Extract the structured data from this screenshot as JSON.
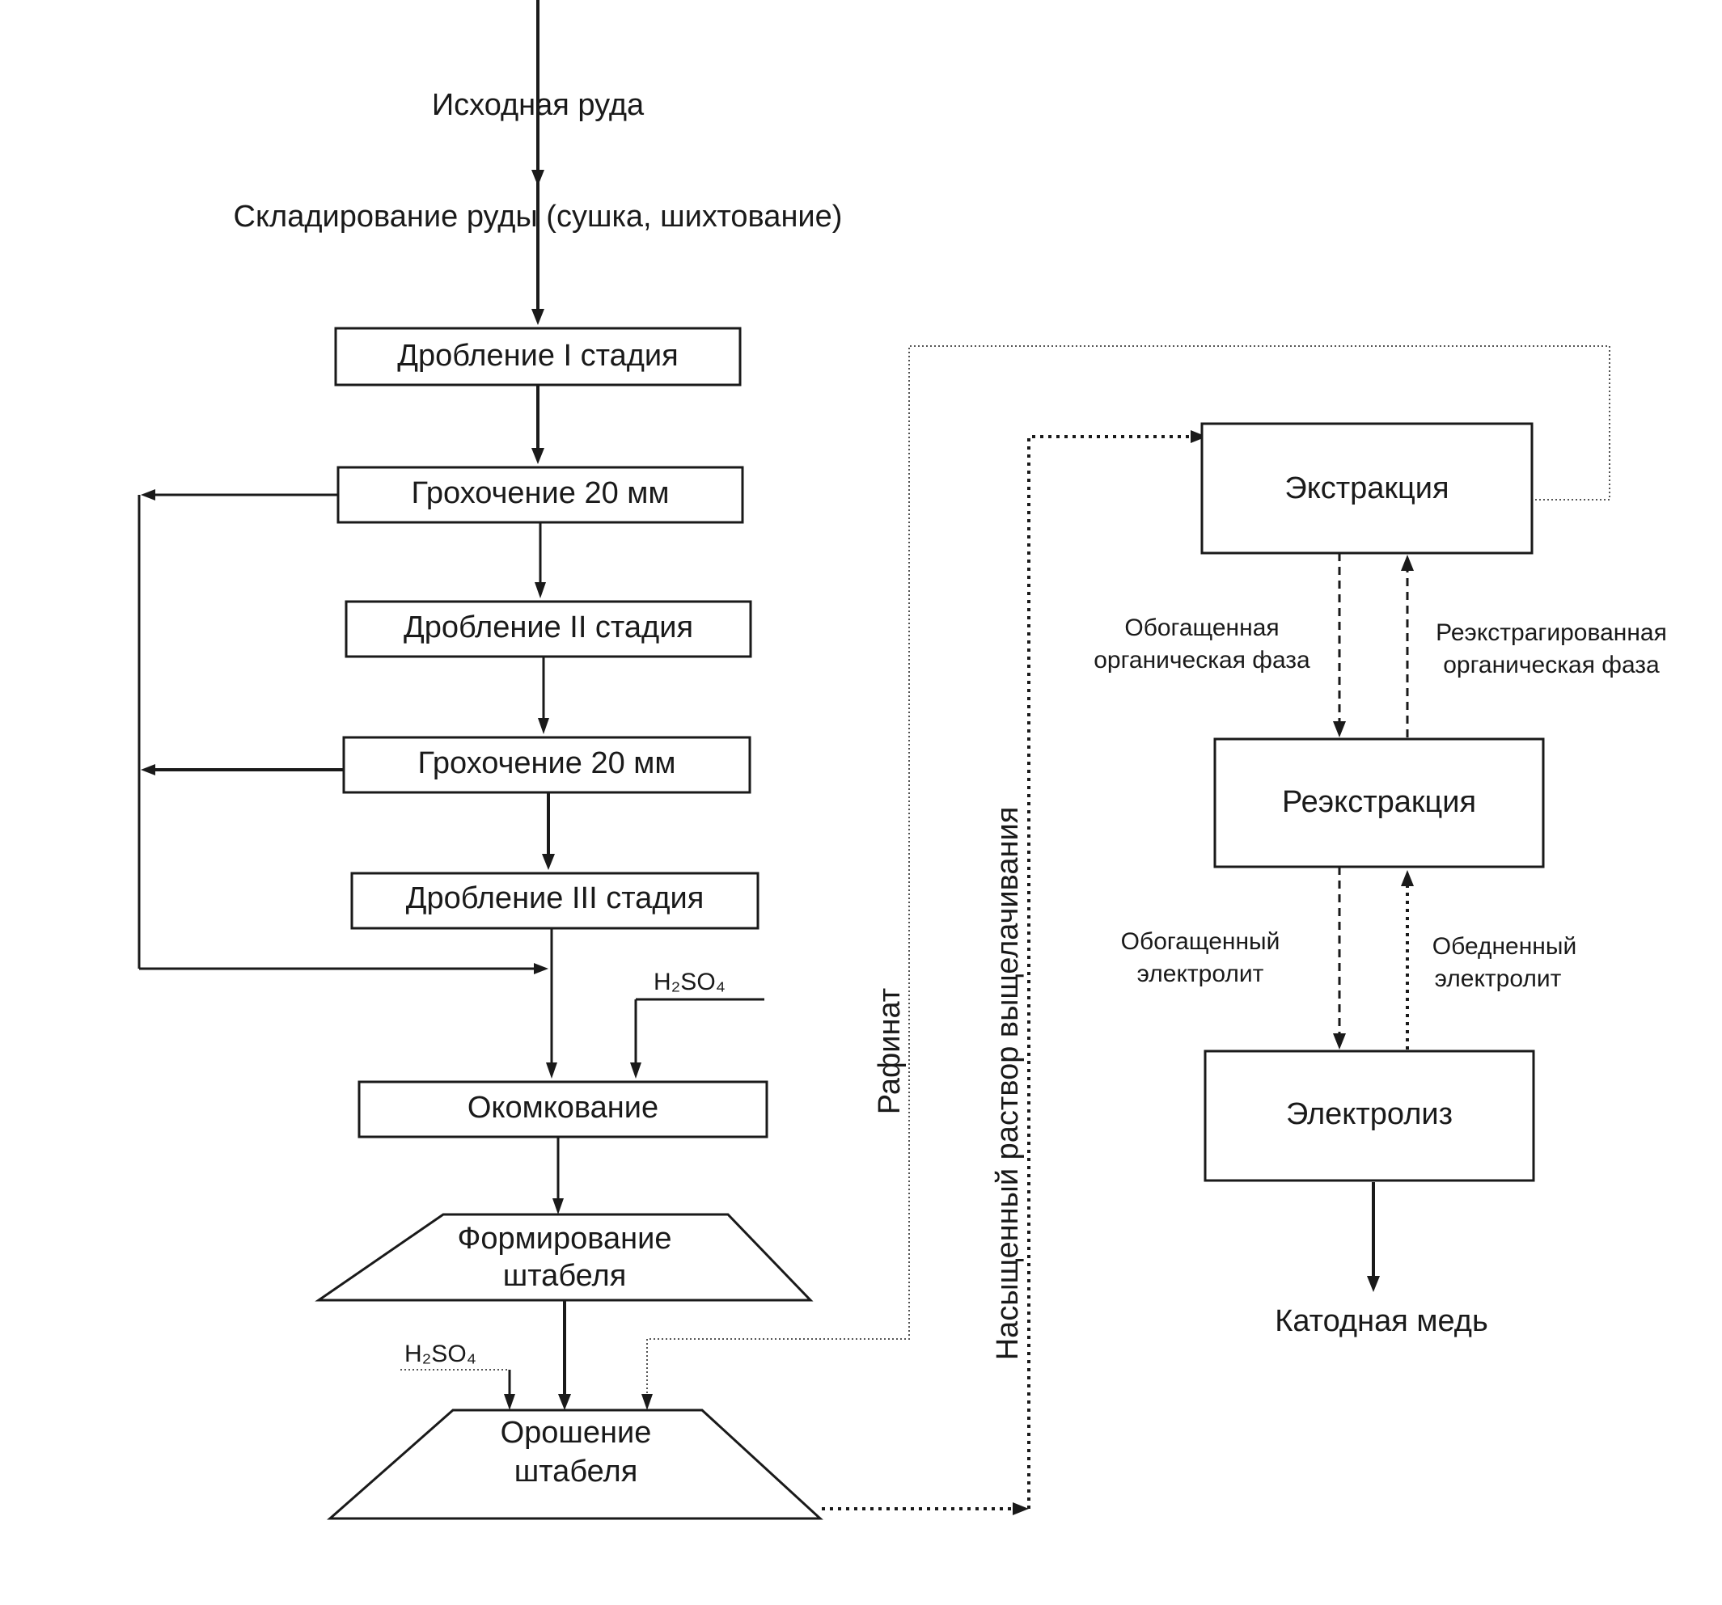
{
  "diagram": {
    "ore_source": "Исходная руда",
    "ore_storage": "Складирование руды (сушка, шихтование)",
    "crushing_1": "Дробление I стадия",
    "screening_1": "Грохочение 20 мм",
    "crushing_2": "Дробление II стадия",
    "screening_2": "Грохочение 20 мм",
    "crushing_3": "Дробление III стадия",
    "reagent_1": "H₂SO₄",
    "pelletizing": "Окомкование",
    "heap_forming_line1": "Формирование",
    "heap_forming_line2": "штабеля",
    "reagent_2": "H₂SO₄",
    "heap_irrigation_line1": "Орошение",
    "heap_irrigation_line2": "штабеля",
    "raffinate": "Рафинат",
    "pregnant_solution": "Насыщенный раствор выщелачивания",
    "extraction": "Экстракция",
    "loaded_organic_line1": "Обогащенная",
    "loaded_organic_line2": "органическая фаза",
    "stripped_organic_line1": "Реэкстрагированная",
    "stripped_organic_line2": "органическая фаза",
    "stripping": "Реэкстракция",
    "rich_electrolyte_line1": "Обогащенный",
    "rich_electrolyte_line2": "электролит",
    "lean_electrolyte_line1": "Обедненный",
    "lean_electrolyte_line2": "электролит",
    "electrolysis": "Электролиз",
    "cathode_copper": "Катодная медь"
  }
}
